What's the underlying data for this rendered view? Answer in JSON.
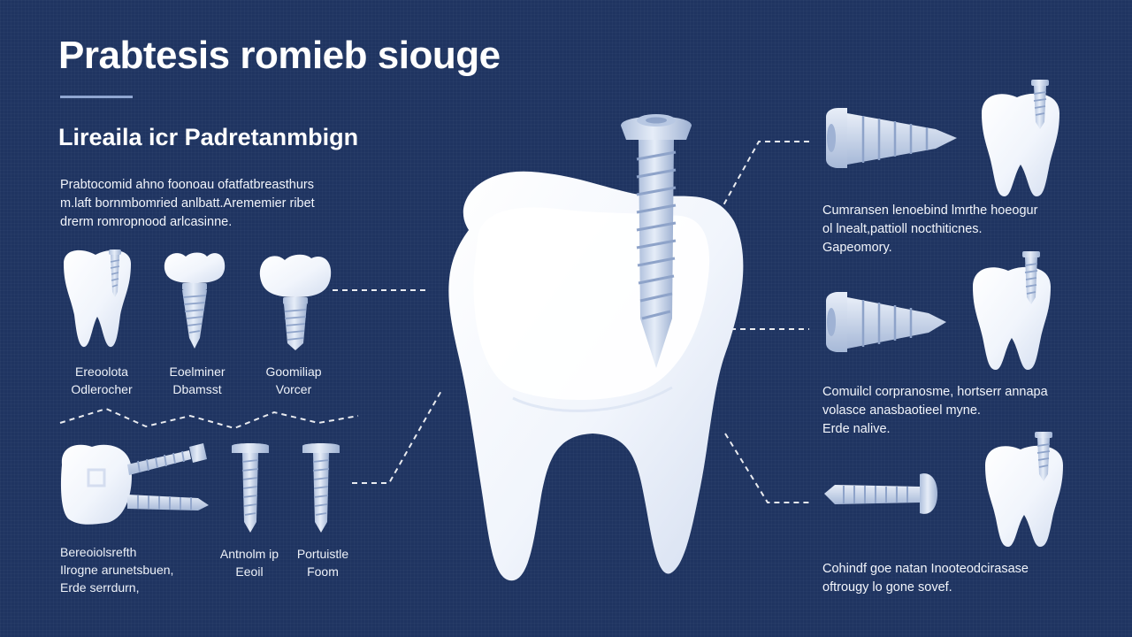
{
  "header": {
    "title": "Prabtesis romieb siouge",
    "subtitle": "Lireaila icr Padretanmbign"
  },
  "intro": {
    "lines": [
      "Prabtocomid ahno foonoau ofatfatbreasthurs",
      "m.laft bornmbomried anlbatt.Arememier ribet",
      "drerm romropnood arlcasinne."
    ]
  },
  "top_row": [
    {
      "line1": "Ereoolota",
      "line2": "Odlerocher"
    },
    {
      "line1": "Eoelminer",
      "line2": "Dbamsst"
    },
    {
      "line1": "Goomiliap",
      "line2": "Vorcer"
    }
  ],
  "bottom_row": {
    "left": [
      "Bereoiolsrefth",
      "Ilrogne arunetsbuen,",
      "Erde serrdurn,"
    ],
    "middle": [
      "Antnolm ip",
      "Eeoil"
    ],
    "right": [
      "Portuistle",
      "Foom"
    ]
  },
  "right_panel": [
    {
      "lines": [
        "Cumransen lenoebind lmrthe hoeogur",
        "ol lnealt,pattioll nocthiticnes.",
        "Gapeomory."
      ]
    },
    {
      "lines": [
        "Comuilcl corpranosme, hortserr annapa",
        "volasce anasbaotieel myne.",
        "Erde nalive."
      ]
    },
    {
      "lines": [
        "Cohindf goe natan Inooteodcirasase",
        "oftrougy lo gone sovef."
      ]
    }
  ],
  "colors": {
    "background": "#1f3461",
    "tooth": "#ffffff",
    "implant": "#c9d6ec",
    "dashed_leader": "#ffffff"
  }
}
